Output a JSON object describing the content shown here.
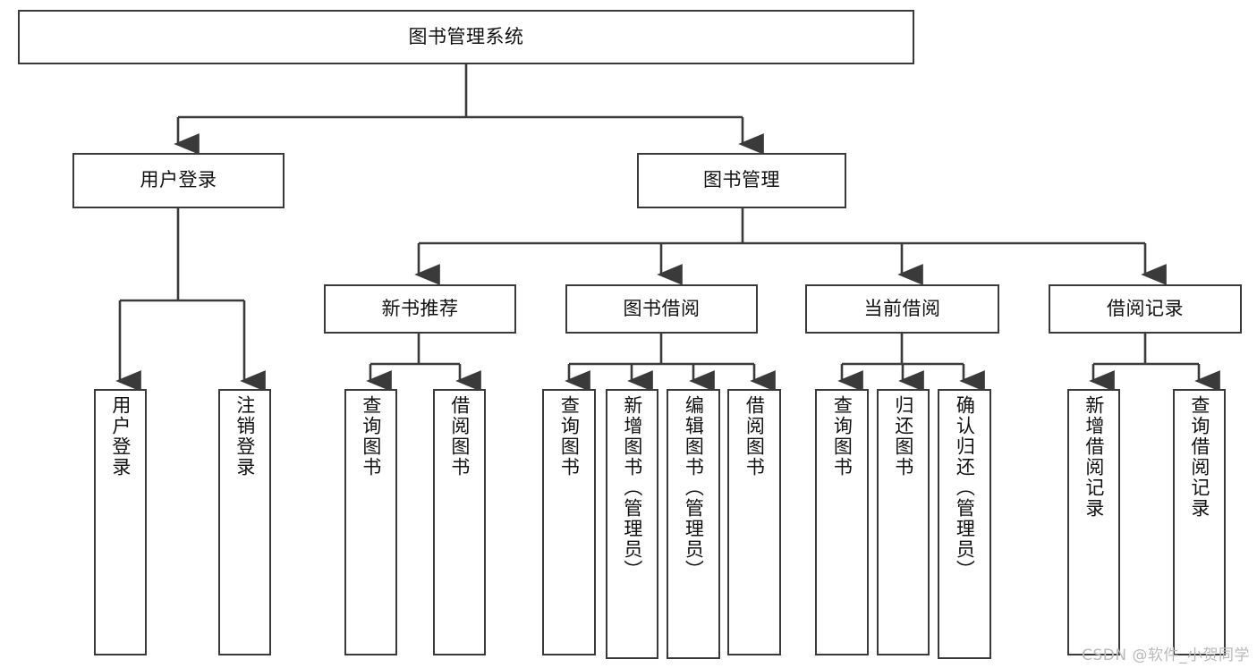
{
  "diagram": {
    "type": "tree",
    "title_node": {
      "id": "root",
      "label": "图书管理系统"
    },
    "level2": [
      {
        "id": "user-login",
        "label": "用户登录"
      },
      {
        "id": "book-mgmt",
        "label": "图书管理"
      }
    ],
    "level3": [
      {
        "id": "new-book-rec",
        "label": "新书推荐",
        "parent": "book-mgmt"
      },
      {
        "id": "book-borrow",
        "label": "图书借阅",
        "parent": "book-mgmt"
      },
      {
        "id": "current-borrow",
        "label": "当前借阅",
        "parent": "book-mgmt"
      },
      {
        "id": "borrow-record",
        "label": "借阅记录",
        "parent": "book-mgmt"
      }
    ],
    "leaves": [
      {
        "id": "leaf-user-login",
        "label": "用户登录",
        "parent": "user-login"
      },
      {
        "id": "leaf-logout",
        "label": "注销登录",
        "parent": "user-login"
      },
      {
        "id": "leaf-query-book-1",
        "label": "查询图书",
        "parent": "new-book-rec"
      },
      {
        "id": "leaf-borrow-book-1",
        "label": "借阅图书",
        "parent": "new-book-rec"
      },
      {
        "id": "leaf-query-book-2",
        "label": "查询图书",
        "parent": "book-borrow"
      },
      {
        "id": "leaf-add-book",
        "label": "新增图书（管理员）",
        "parent": "book-borrow"
      },
      {
        "id": "leaf-edit-book",
        "label": "编辑图书（管理员）",
        "parent": "book-borrow"
      },
      {
        "id": "leaf-borrow-book-2",
        "label": "借阅图书",
        "parent": "book-borrow"
      },
      {
        "id": "leaf-query-book-3",
        "label": "查询图书",
        "parent": "current-borrow"
      },
      {
        "id": "leaf-return-book",
        "label": "归还图书",
        "parent": "current-borrow"
      },
      {
        "id": "leaf-confirm-return",
        "label": "确认归还（管理员）",
        "parent": "current-borrow"
      },
      {
        "id": "leaf-add-record",
        "label": "新增借阅记录",
        "parent": "borrow-record"
      },
      {
        "id": "leaf-query-record",
        "label": "查询借阅记录",
        "parent": "borrow-record"
      }
    ],
    "colors": {
      "background": "#ffffff",
      "stroke": "#3a3a3a",
      "text": "#111111",
      "watermark": "#b9b9b9"
    }
  },
  "watermark": {
    "text": "CSDN @软件_小贺同学"
  }
}
